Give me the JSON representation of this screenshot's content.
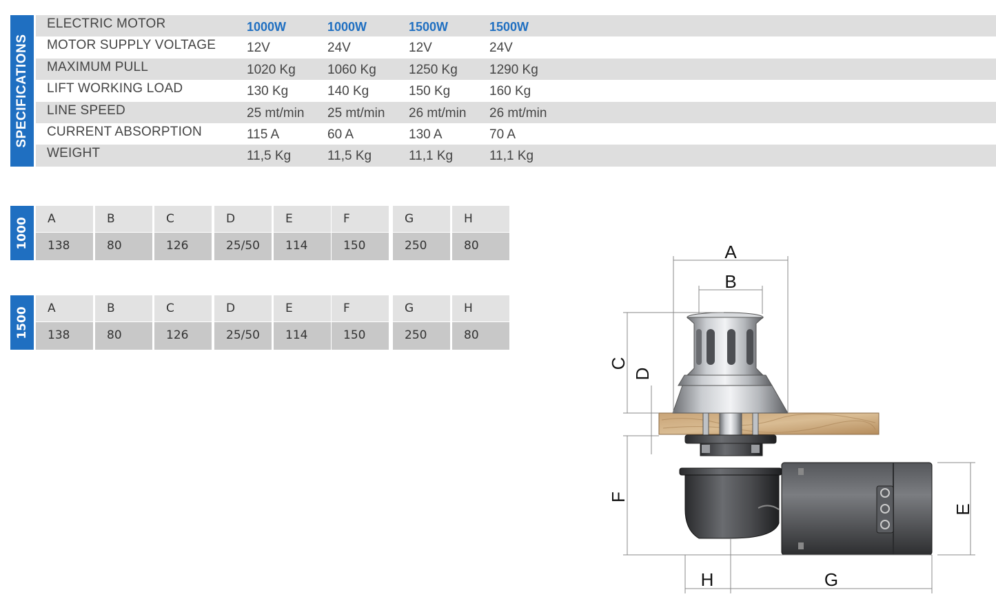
{
  "specifications": {
    "title": "SPECIFICATIONS",
    "rows": [
      {
        "label": "ELECTRIC MOTOR",
        "values": [
          "1000W",
          "1000W",
          "1500W",
          "1500W"
        ]
      },
      {
        "label": "MOTOR SUPPLY VOLTAGE",
        "values": [
          "12V",
          "24V",
          "12V",
          "24V"
        ]
      },
      {
        "label": "MAXIMUM PULL",
        "values": [
          "1020 Kg",
          "1060 Kg",
          "1250 Kg",
          "1290 Kg"
        ]
      },
      {
        "label": "LIFT WORKING LOAD",
        "values": [
          "130 Kg",
          "140 Kg",
          "150 Kg",
          "160 Kg"
        ]
      },
      {
        "label": "LINE SPEED",
        "values": [
          "25 mt/min",
          "25 mt/min",
          "26 mt/min",
          "26 mt/min"
        ]
      },
      {
        "label": "CURRENT ABSORPTION",
        "values": [
          "115 A",
          "60 A",
          "130 A",
          "70 A"
        ]
      },
      {
        "label": "WEIGHT",
        "values": [
          "11,5 Kg",
          "11,5 Kg",
          "11,1 Kg",
          "11,1 Kg"
        ]
      }
    ]
  },
  "dimensions": [
    {
      "model": "1000",
      "headers": [
        "A",
        "B",
        "C",
        "D",
        "E",
        "F",
        "G",
        "H"
      ],
      "values": [
        "138",
        "80",
        "126",
        "25/50",
        "114",
        "150",
        "250",
        "80"
      ]
    },
    {
      "model": "1500",
      "headers": [
        "A",
        "B",
        "C",
        "D",
        "E",
        "F",
        "G",
        "H"
      ],
      "values": [
        "138",
        "80",
        "126",
        "25/50",
        "114",
        "150",
        "250",
        "80"
      ]
    }
  ],
  "drawing": {
    "labels": {
      "A": "A",
      "B": "B",
      "C": "C",
      "D": "D",
      "E": "E",
      "F": "F",
      "G": "G",
      "H": "H"
    }
  },
  "colors": {
    "accent": "#1f6fc1",
    "row_shade": "#dedede",
    "header_cell": "#e2e2e2",
    "data_cell": "#c8c8c8"
  }
}
